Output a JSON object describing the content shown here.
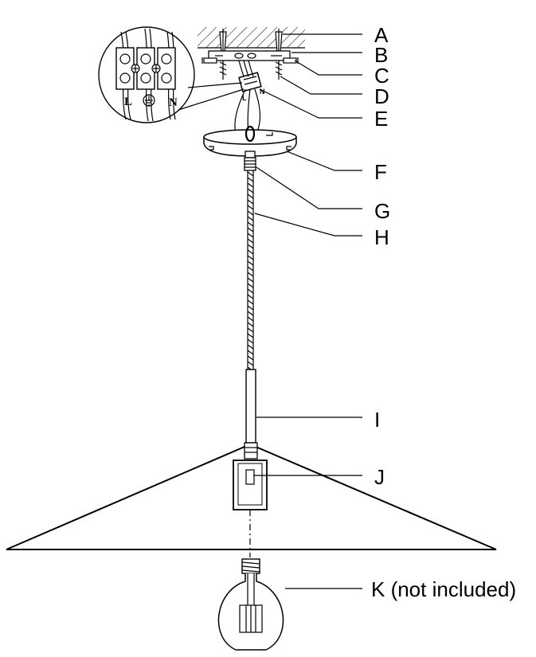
{
  "labels": {
    "A": "A",
    "B": "B",
    "C": "C",
    "D": "D",
    "E": "E",
    "F": "F",
    "G": "G",
    "H": "H",
    "I": "I",
    "J": "J",
    "K": "K (not included)"
  },
  "terminal_block": {
    "live": "L",
    "neutral": "N"
  },
  "wire_tags": {
    "live": "L",
    "neutral": "N"
  }
}
